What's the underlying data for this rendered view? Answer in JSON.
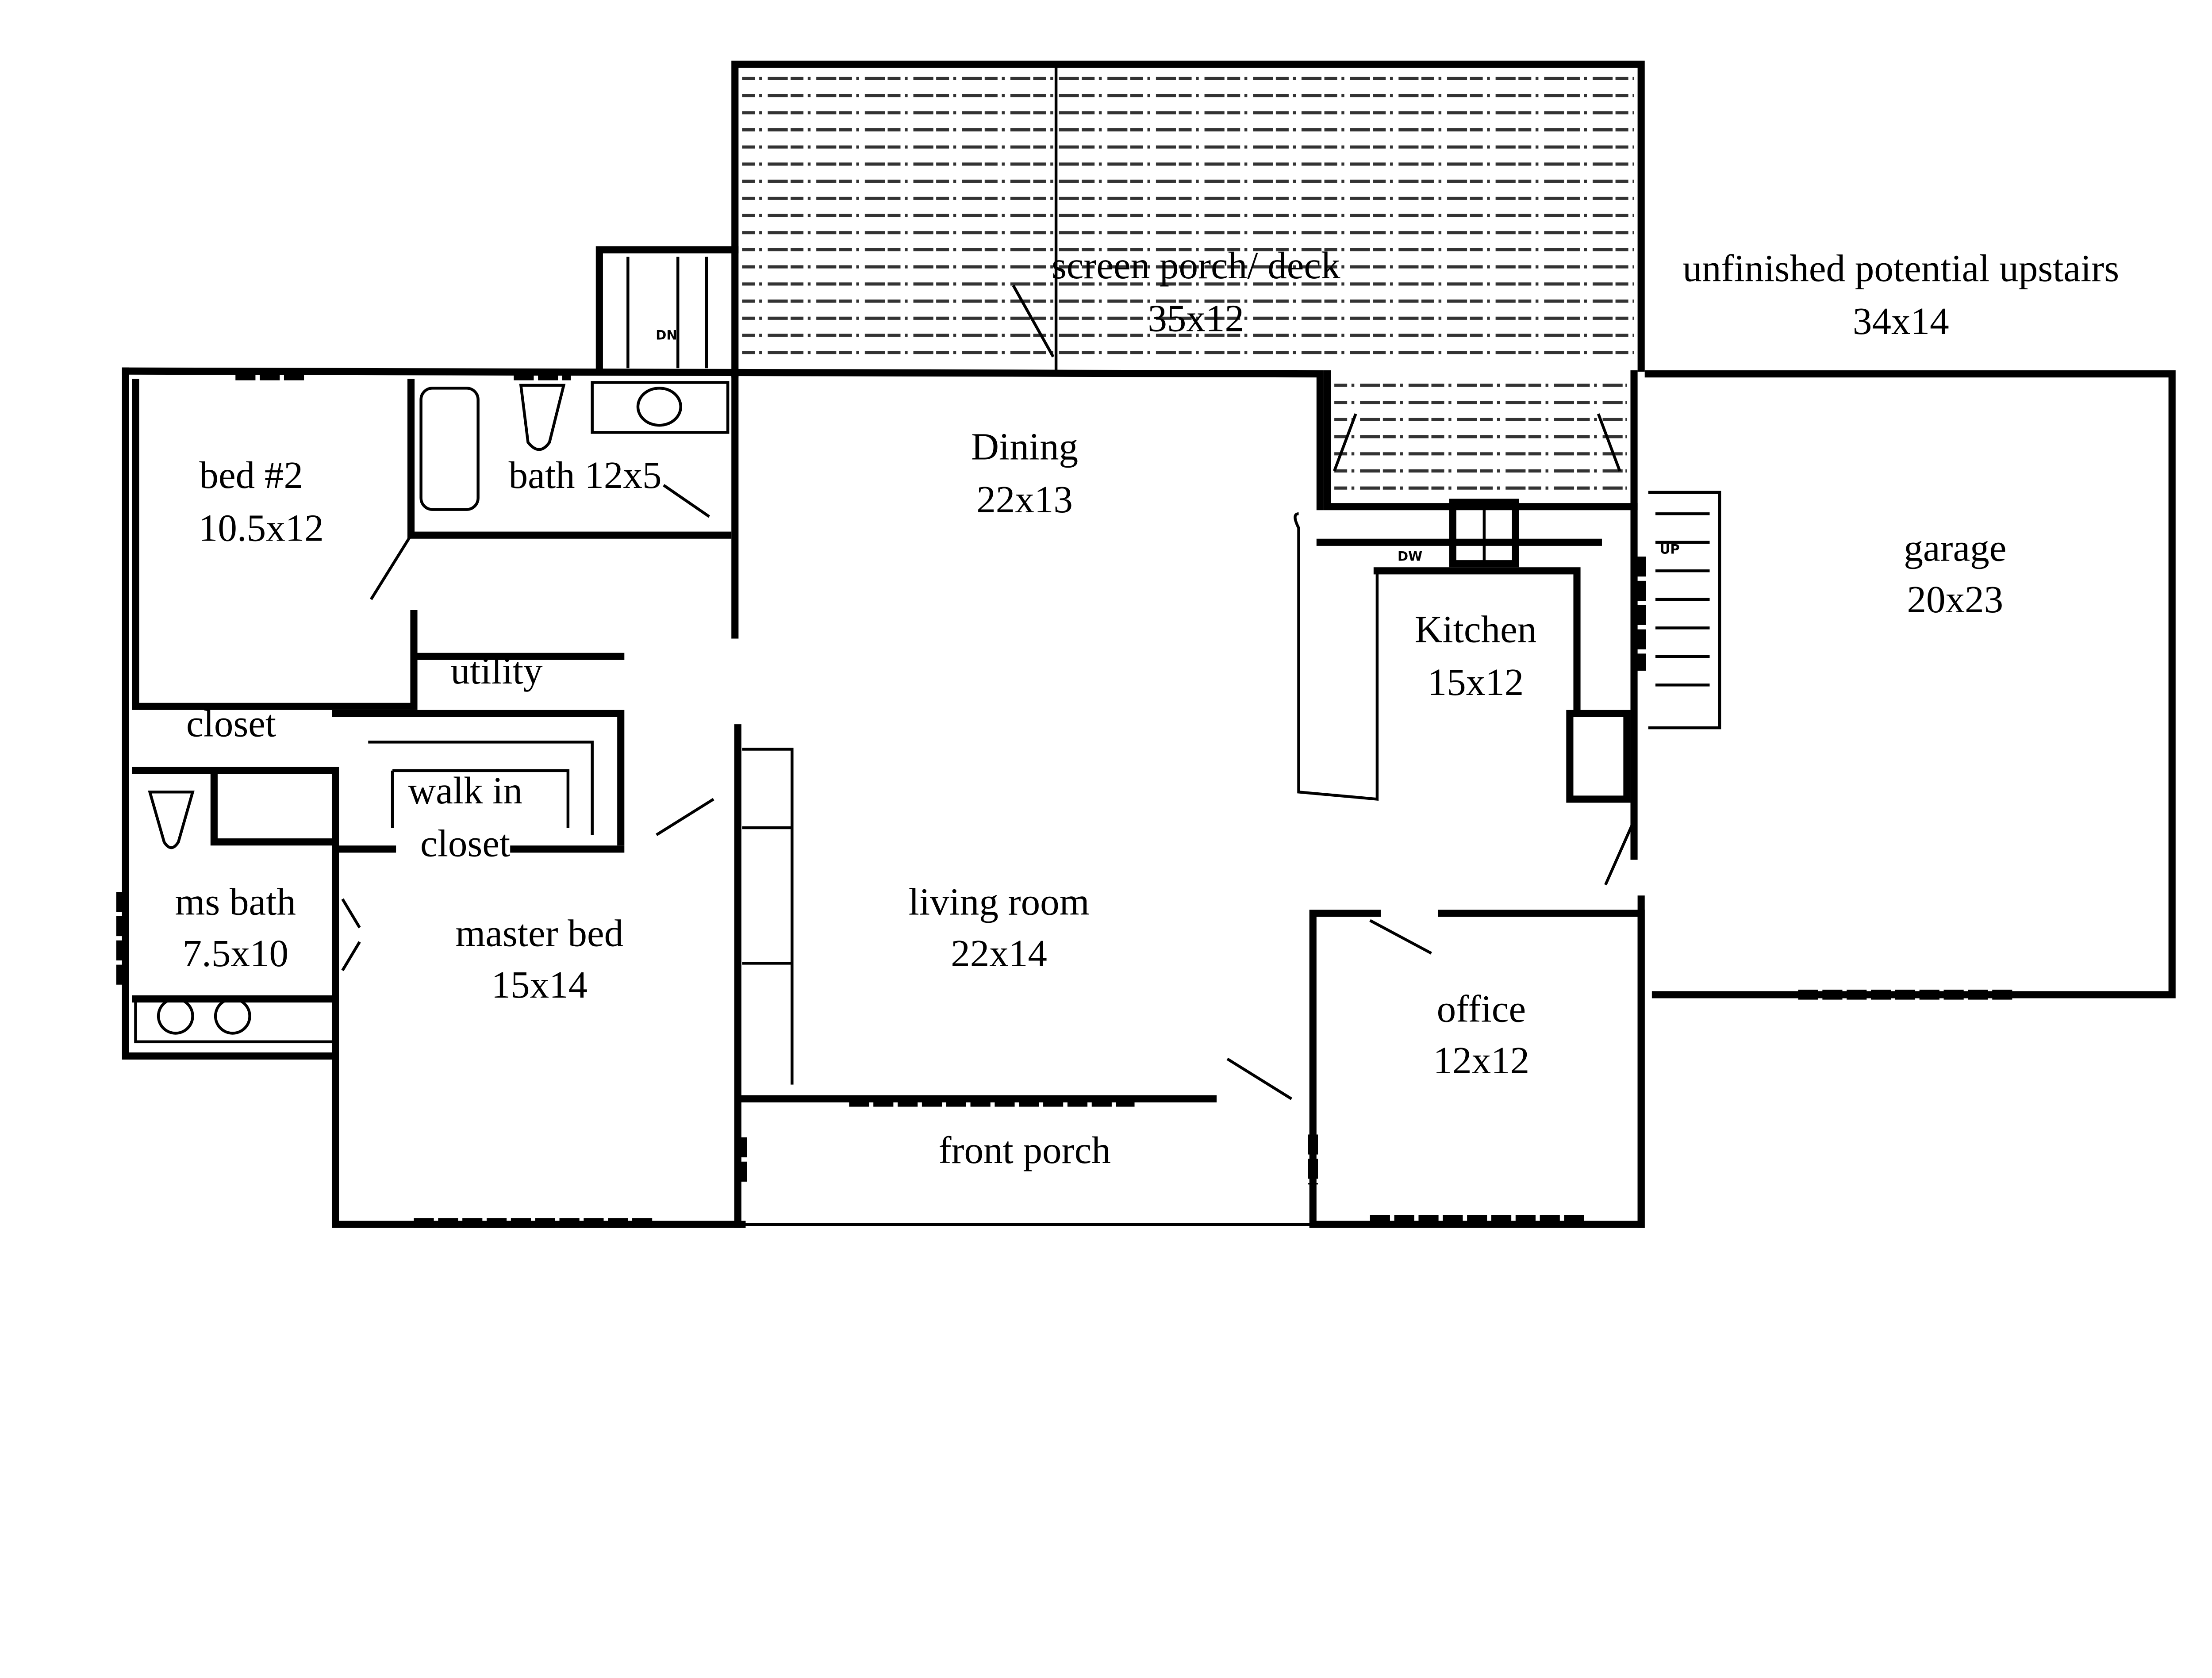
{
  "rooms": {
    "porch": {
      "name": "screen porch/ deck",
      "size": "35x12"
    },
    "upstairs": {
      "name": "unfinished potential upstairs",
      "size": "34x14"
    },
    "bed2": {
      "name": "bed #2",
      "size": "10.5x12"
    },
    "bath": {
      "name": "bath 12x5"
    },
    "dining": {
      "name": "Dining",
      "size": "22x13"
    },
    "garage": {
      "name": "garage",
      "size": "20x23"
    },
    "kitchen": {
      "name": "Kitchen",
      "size": "15x12"
    },
    "utility": {
      "name": "utility"
    },
    "closet": {
      "name": "closet"
    },
    "walkin": {
      "name": "walk in",
      "name2": "closet"
    },
    "msbath": {
      "name": "ms bath",
      "size": "7.5x10"
    },
    "master": {
      "name": "master bed",
      "size": "15x14"
    },
    "living": {
      "name": "living room",
      "size": "22x14"
    },
    "office": {
      "name": "office",
      "size": "12x12"
    },
    "frontporch": {
      "name": "front porch"
    }
  },
  "fixtures": {
    "stairs_down": "DN",
    "stairs_up": "UP",
    "dishwasher": "DW"
  },
  "colors": {
    "wall": "#000000",
    "background": "#ffffff",
    "hatch": "#333333"
  }
}
